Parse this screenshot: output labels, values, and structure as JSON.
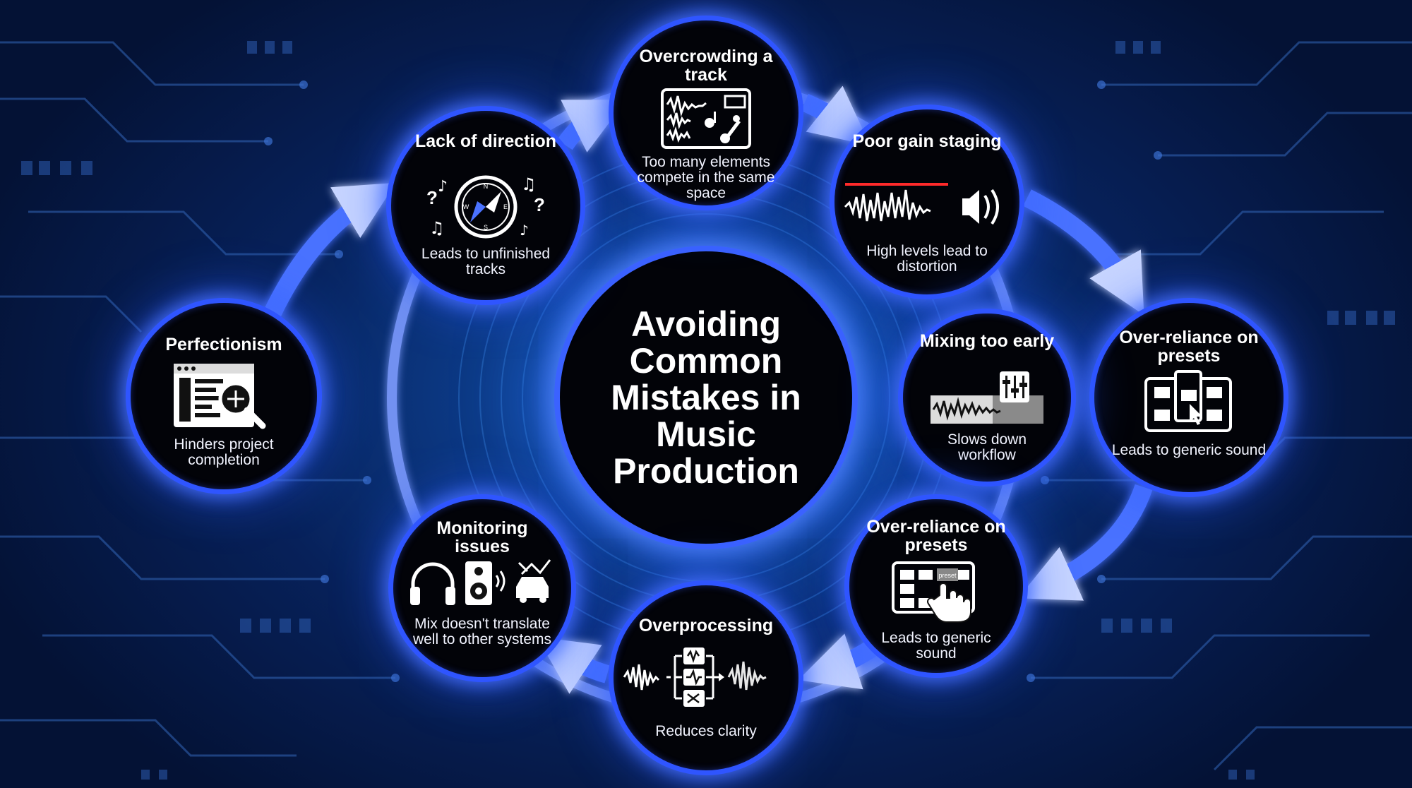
{
  "center": {
    "title": "Avoiding Common Mistakes in Music Production"
  },
  "nodes": {
    "overcrowding": {
      "title": "Overcrowding a track",
      "desc": "Too many elements compete in the same space",
      "icon": "waveform-instruments-icon"
    },
    "gain": {
      "title": "Poor gain staging",
      "desc": "High levels lead to distortion",
      "icon": "clipping-waveform-speaker-icon"
    },
    "presets_right": {
      "title": "Over-reliance on presets",
      "desc": "Leads to generic sound",
      "icon": "preset-folders-cursor-icon"
    },
    "mixing": {
      "title": "Mixing too early",
      "desc": "Slows down workflow",
      "icon": "mixer-faders-icon"
    },
    "presets_lower": {
      "title": "Over-reliance on presets",
      "desc": "Leads to generic sound",
      "icon": "preset-folders-hand-icon"
    },
    "overprocessing": {
      "title": "Overprocessing",
      "desc": "Reduces clarity",
      "icon": "signal-chain-icon"
    },
    "monitoring": {
      "title": "Monitoring issues",
      "desc": "Mix doesn't translate well to other systems",
      "icon": "headphones-speaker-car-icon"
    },
    "perfectionism": {
      "title": "Perfectionism",
      "desc": "Hinders project completion",
      "icon": "window-magnifier-icon"
    },
    "direction": {
      "title": "Lack of direction",
      "desc": "Leads to unfinished tracks",
      "icon": "compass-notes-icon"
    }
  },
  "compass_letters": {
    "n": "N",
    "s": "S",
    "e": "E",
    "w": "W"
  },
  "preset_tag": "preset",
  "colors": {
    "accent": "#2f55ff",
    "arrow": "#3a66ff",
    "background": "#0a2a6b",
    "node_fill": "#020308"
  }
}
